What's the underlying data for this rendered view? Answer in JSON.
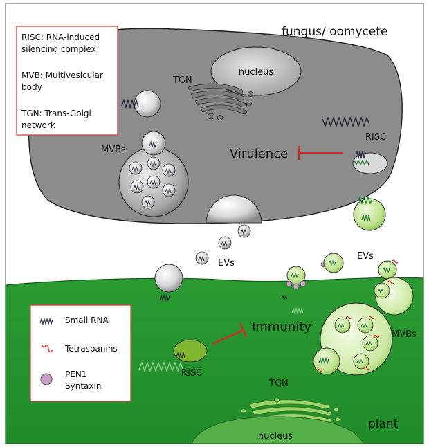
{
  "regions": {
    "fungus_label": "fungus/ oomycete",
    "plant_label": "plant"
  },
  "fungus": {
    "nucleus_label": "nucleus",
    "tgn_label": "TGN",
    "mvbs_label": "MVBs",
    "risc_label": "RISC",
    "virulence_label": "Virulence",
    "evs_label": "EVs"
  },
  "plant": {
    "evs_label": "EVs",
    "immunity_label": "Immunity",
    "mvbs_label": "MVBs",
    "risc_label": "RISC",
    "tgn_label": "TGN",
    "nucleus_label": "nucleus"
  },
  "glossary": [
    {
      "lines": [
        "RISC: RNA-induced",
        "silencing complex"
      ]
    },
    {
      "lines": [
        "MVB: Multivesicular",
        "body"
      ]
    },
    {
      "lines": [
        "TGN: Trans-Golgi",
        "network"
      ]
    }
  ],
  "legend": {
    "small_rna": "Small RNA",
    "tetraspanins": "Tetraspanins",
    "pen1_line1": "PEN1",
    "pen1_line2": "Syntaxin"
  },
  "colors": {
    "fungus_fill": "#8c8c8c",
    "plant_fill": "#2e9e35",
    "plant_vesicle": "#b9df84",
    "inhibit_arrow": "#d62b2b",
    "box_border": "#d63c3c",
    "pen1_dot": "#c79ec6",
    "rna_dark": "#25253a",
    "rna_green": "#1d7a2e"
  },
  "icons": [
    "small-rna-icon",
    "tetraspanin-icon",
    "pen1-syntaxin-icon",
    "inhibition-arrow-icon"
  ]
}
